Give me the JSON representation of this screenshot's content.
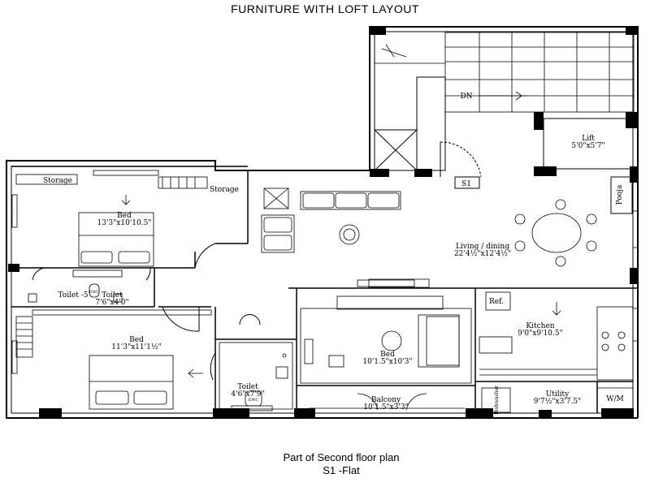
{
  "title": "FURNITURE WITH LOFT LAYOUT",
  "caption": {
    "line1": "Part of Second floor plan",
    "line2": "S1 -Flat"
  },
  "rooms": {
    "storage_left": "Storage",
    "storage_right": "Storage",
    "bed1_name": "Bed",
    "bed1_size": "13'3\"x10'10.5\"",
    "toilet5_a": "Toilet -5",
    "toilet5_b": "Toilet",
    "toilet5_size": "7'6\"x4'0\"",
    "bed2_name": "Bed",
    "bed2_size": "11'3\"x11'1½\"",
    "toilet_name": "Toilet",
    "toilet_size": "4'6\"x7'9\"",
    "bed3_name": "Bed",
    "bed3_size": "10'1.5\"x10'3\"",
    "balcony_name": "Balcony",
    "balcony_size": "10'1.5\"x3'3\"",
    "living_name": "Living / dining",
    "living_size": "22'4½\"x12'4½\"",
    "kitchen_name": "Kitchen",
    "kitchen_size": "9'0\"x9'10.5\"",
    "utility_name": "Utility",
    "utility_size": "9'7½\"x3'7.5\"",
    "lift_name": "Lift",
    "lift_size": "5'0\"x5'7\"",
    "pooja": "Pooja",
    "ref": "Ref.",
    "dishwasher": "Dishwasher",
    "wm": "W/M",
    "dn": "DN",
    "s1": "S1",
    "ewc": "EWC"
  }
}
